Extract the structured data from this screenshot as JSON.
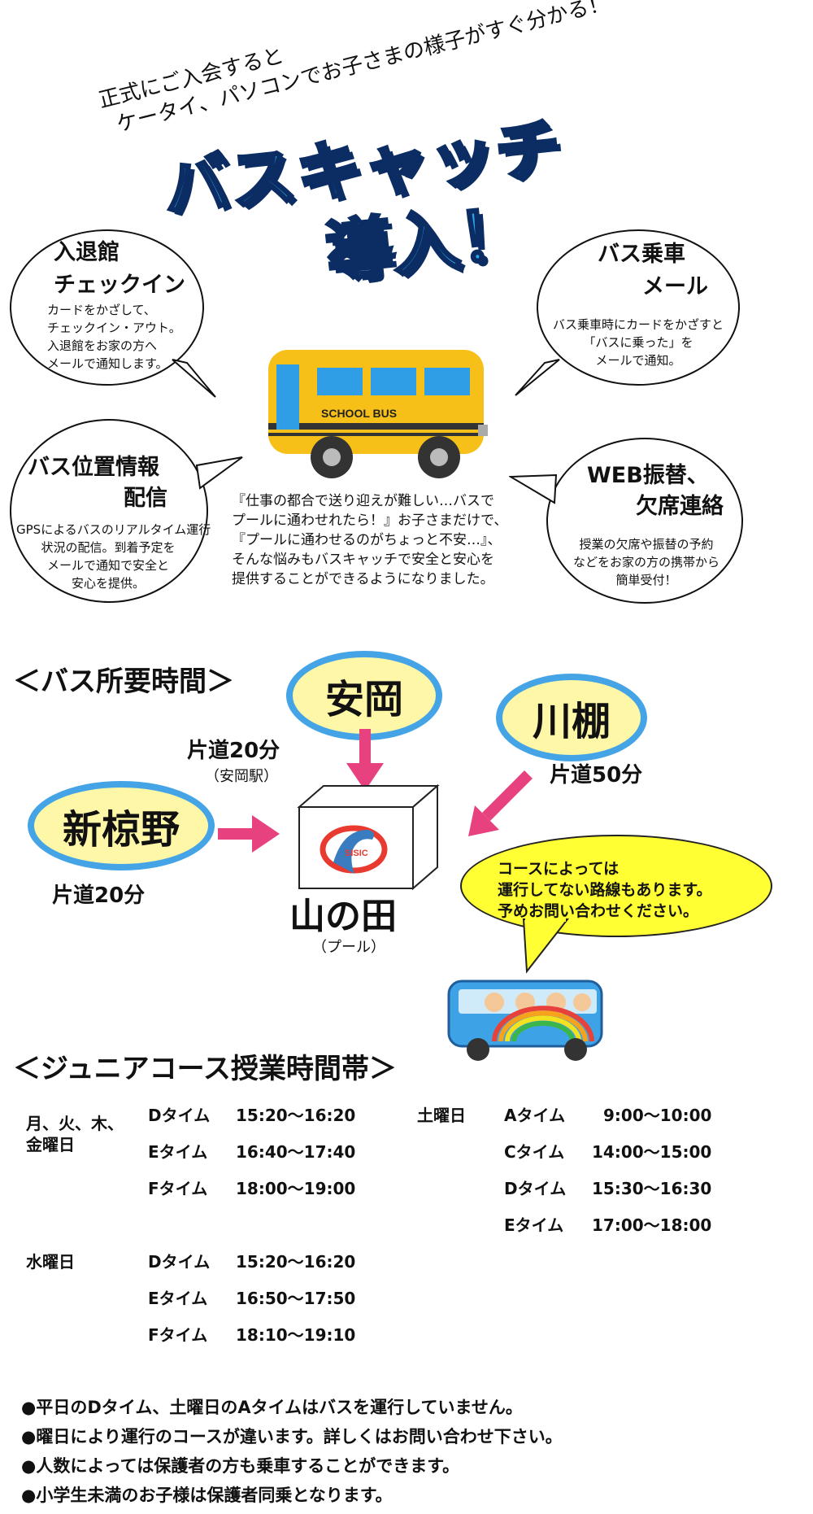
{
  "hero": {
    "intro_line1": "正式にご入会すると",
    "intro_line2": "ケータイ、パソコンでお子さまの様子がすぐ分かる！",
    "title": "バスキャッチ",
    "subtitle": "導入！"
  },
  "features": {
    "checkin": {
      "title_line1": "入退館",
      "title_line2": "チェックイン",
      "body": [
        "カードをかざして、",
        "チェックイン・アウト。",
        "入退館をお家の方へ",
        "メールで通知します。"
      ]
    },
    "bus_mail": {
      "title_line1": "バス乗車",
      "title_line2": "メール",
      "body": [
        "バス乗車時にカードをかざすと",
        "「バスに乗った」を",
        "メールで通知。"
      ]
    },
    "bus_location": {
      "title_line1": "バス位置情報",
      "title_line2": "配信",
      "body": [
        "GPSによるバスのリアルタイム運行",
        "状況の配信。到着予定を",
        "メールで通知で安全と",
        "安心を提供。"
      ]
    },
    "web": {
      "title_line1": "WEB振替、",
      "title_line2": "欠席連絡",
      "body": [
        "授業の欠席や振替の予約",
        "などをお家の方の携帯から",
        "簡単受付！"
      ]
    }
  },
  "school_bus_label": "SCHOOL BUS",
  "center_message": [
    "『仕事の都合で送り迎えが難しい…バスで",
    "プールに通わせれたら！』お子さまだけで、",
    "『プールに通わせるのがちょっと不安…』、",
    "そんな悩みもバスキャッチで安全と安心を",
    "提供することができるようになりました。"
  ],
  "bus_time": {
    "heading": "＜バス所要時間＞",
    "yasuoka": {
      "name": "安岡",
      "duration": "片道20分",
      "note": "（安岡駅）"
    },
    "kawatana": {
      "name": "川棚",
      "duration": "片道50分"
    },
    "shinmukuno": {
      "name": "新椋野",
      "duration": "片道20分"
    },
    "destination": {
      "name": "山の田",
      "note": "（プール）"
    },
    "callout": [
      "コースによっては",
      "運行してない路線もあります。",
      "予めお問い合わせください。"
    ],
    "pool_logo_text": "SISIC"
  },
  "junior": {
    "heading": "＜ジュニアコース授業時間帯＞",
    "weekday_label_line1": "月、火、木、",
    "weekday_label_line2": "金曜日",
    "weekday": [
      {
        "slot": "Dタイム",
        "time": "15:20〜16:20"
      },
      {
        "slot": "Eタイム",
        "time": "16:40〜17:40"
      },
      {
        "slot": "Fタイム",
        "time": "18:00〜19:00"
      }
    ],
    "wednesday_label": "水曜日",
    "wednesday": [
      {
        "slot": "Dタイム",
        "time": "15:20〜16:20"
      },
      {
        "slot": "Eタイム",
        "time": "16:50〜17:50"
      },
      {
        "slot": "Fタイム",
        "time": "18:10〜19:10"
      }
    ],
    "saturday_label": "土曜日",
    "saturday": [
      {
        "slot": "Aタイム",
        "time": "9:00〜10:00"
      },
      {
        "slot": "Cタイム",
        "time": "14:00〜15:00"
      },
      {
        "slot": "Dタイム",
        "time": "15:30〜16:30"
      },
      {
        "slot": "Eタイム",
        "time": "17:00〜18:00"
      }
    ]
  },
  "notes": [
    "●平日のDタイム、土曜日のAタイムはバスを運行していません。",
    "●曜日により運行のコースが違います。詳しくはお問い合わせ下さい。",
    "●人数によっては保護者の方も乗車することができます。",
    "●小学生未満のお子様は保護者同乗となります。"
  ],
  "colors": {
    "accent_blue": "#2aa7ea",
    "oval_fill": "#fff7a8",
    "oval_border": "#44a4e6",
    "arrow": "#e8417f",
    "callout": "#ffff33"
  }
}
